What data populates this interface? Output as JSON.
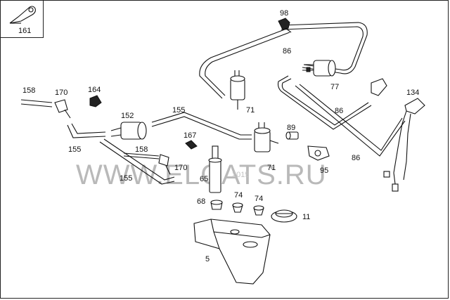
{
  "watermark": {
    "main": "WWW.ELCATS.RU",
    "year": "2015"
  },
  "inset_label": "161",
  "labels": {
    "p98": "98",
    "p86a": "86",
    "p77": "77",
    "p134": "134",
    "p158a": "158",
    "p170a": "170",
    "p164": "164",
    "p152": "152",
    "p155a": "155",
    "p71a": "71",
    "p86b": "86",
    "p155b": "155",
    "p167": "167",
    "p89": "89",
    "p158b": "158",
    "p170b": "170",
    "p65": "65",
    "p71b": "71",
    "p95": "95",
    "p86c": "86",
    "p155c": "155",
    "p74a": "74",
    "p74b": "74",
    "p68": "68",
    "p11": "11",
    "p5": "5"
  }
}
